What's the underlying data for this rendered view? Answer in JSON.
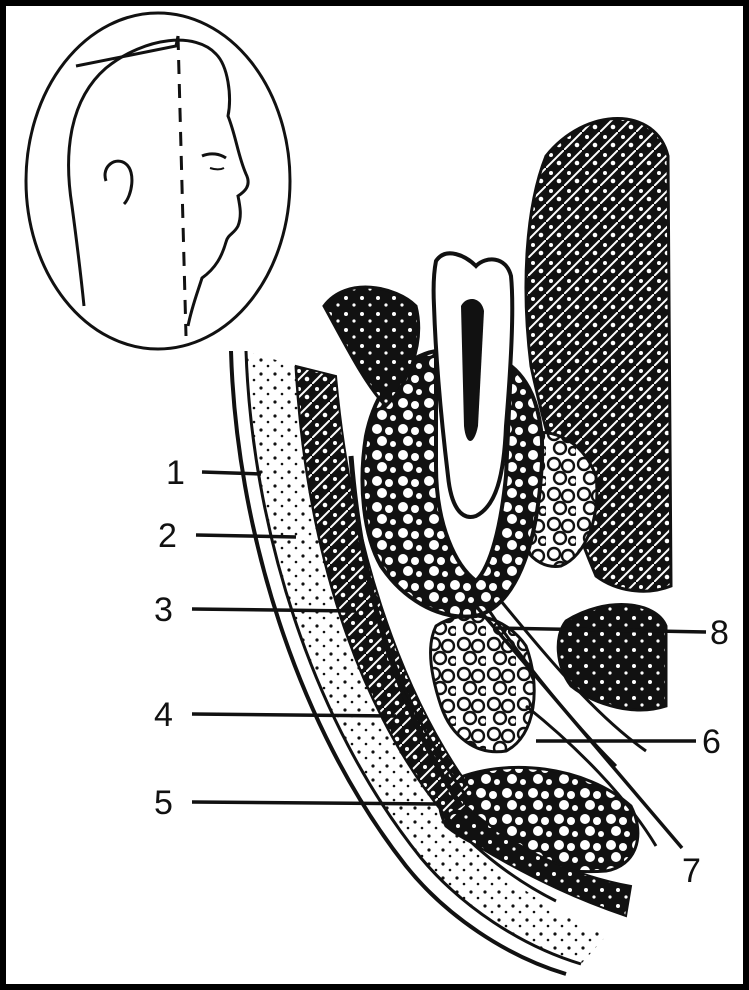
{
  "figure": {
    "inset": "head-profile-section-line",
    "labels": [
      "1",
      "2",
      "3",
      "4",
      "5",
      "6",
      "7",
      "8"
    ],
    "colors": {
      "ink": "#111111",
      "paper": "#ffffff",
      "border": "#000000"
    }
  }
}
